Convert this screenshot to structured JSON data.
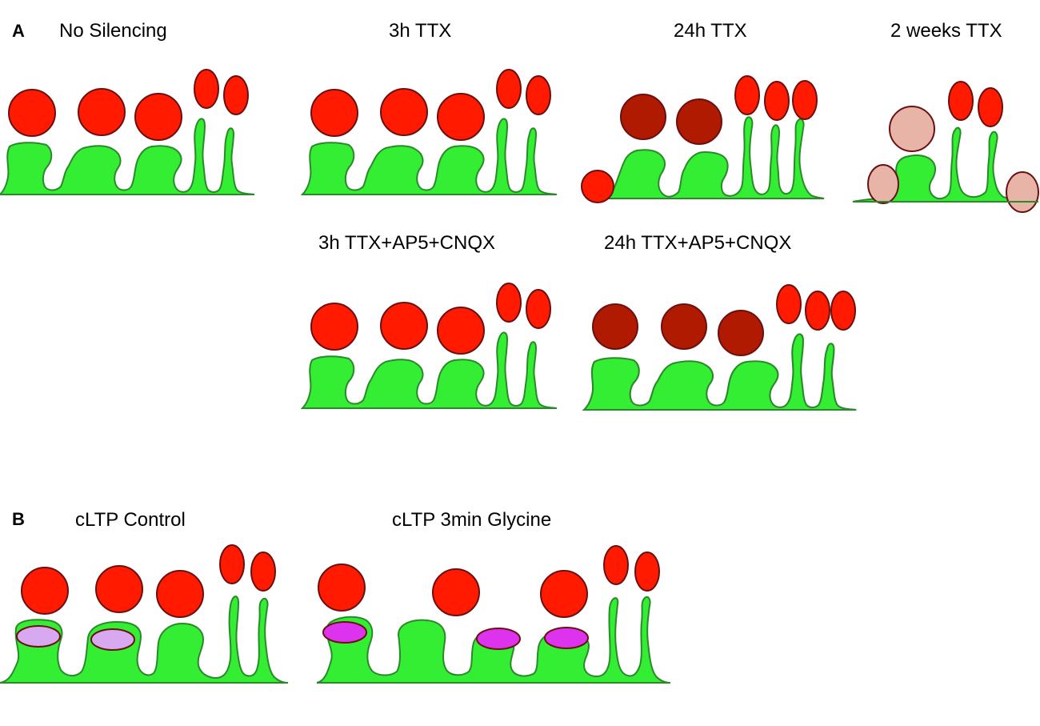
{
  "panels": {
    "A": {
      "letter": "A",
      "titles": {
        "no_silencing": "No Silencing",
        "ttx_3h": "3h TTX",
        "ttx_24h": "24h TTX",
        "ttx_2w": "2 weeks TTX",
        "ttx_ap5_cnqx_3h": "3h TTX+AP5+CNQX",
        "ttx_ap5_cnqx_24h": "24h TTX+AP5+CNQX"
      }
    },
    "B": {
      "letter": "B",
      "titles": {
        "cltp_control": "cLTP Control",
        "cltp_glycine": "cLTP 3min Glycine"
      }
    }
  },
  "colors": {
    "dendrite": "#33ee33",
    "dendrite_outline": "#2a8a2a",
    "presynaptic_bouton": "#ff1a00",
    "presynaptic_bouton_dark": "#b01a00",
    "presynaptic_bouton_faded": "#e8b4a8",
    "bouton_outline": "#6a1010",
    "receptor_patch_light": "#d8a8f0",
    "receptor_patch_bright": "#dd33ee"
  }
}
